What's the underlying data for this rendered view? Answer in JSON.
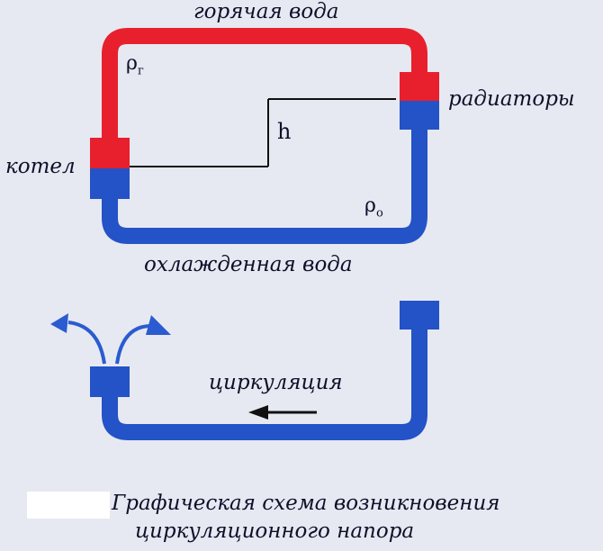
{
  "colors": {
    "hot": "#e8202e",
    "cold": "#2452c7",
    "background": "#e6e9f1",
    "line": "#111111",
    "arrow": "#2b5bd0"
  },
  "labels": {
    "hot_water": "горячая вода",
    "radiators": "радиаторы",
    "boiler": "котел",
    "cooled_water": "охлажденная вода",
    "circulation": "циркуляция",
    "caption_line1": "Графическая схема возникновения",
    "caption_line2": "циркуляционного напора"
  },
  "symbols": {
    "rho_hot": "ρ",
    "rho_hot_sub": "г",
    "rho_cold": "ρ",
    "rho_cold_sub": "о",
    "height": "h"
  }
}
